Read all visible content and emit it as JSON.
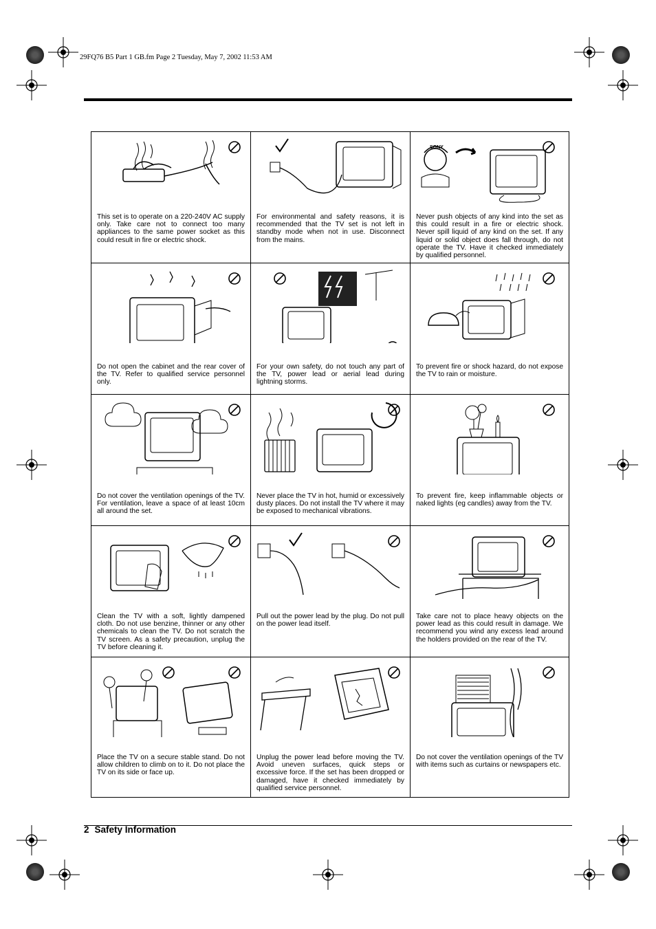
{
  "header": {
    "meta": "29FQ76 B5 Part 1 GB.fm  Page 2  Tuesday, May 7, 2002  11:53 AM"
  },
  "footer": {
    "page_number": "2",
    "section_title": "Safety Information"
  },
  "cells": [
    {
      "text": "This set is to operate on a 220-240V AC supply only. Take care not to connect too many appliances to the same power socket as this could result in fire or electric shock.",
      "badge": "prohibited-icon"
    },
    {
      "text": "For environmental and safety reasons, it is recommended that the TV set is not left in standby mode when not in use. Disconnect from the mains.",
      "badge": "checkmark-icon"
    },
    {
      "text": "Never push objects of any kind into the set as this could result in a fire or electric shock. Never spill liquid of any kind on the set. If any liquid or solid object does fall through, do not operate the TV. Have it checked immediately by qualified personnel.",
      "badge": "prohibited-icon",
      "label": "SONY"
    },
    {
      "text": "Do not open the cabinet and the rear cover of the TV. Refer to qualified service personnel only.",
      "badge": "prohibited-icon"
    },
    {
      "text": "For your own safety, do not touch any part of the TV, power lead or aerial lead during lightning storms.",
      "badge": "prohibited-icon"
    },
    {
      "text": "To prevent fire or shock hazard, do not expose the TV to rain or moisture.",
      "badge": "prohibited-icon"
    },
    {
      "text": "Do not cover the ventilation openings of the TV. For ventilation, leave a space of at least 10cm all around the set.",
      "badge": "prohibited-icon"
    },
    {
      "text": "Never place the TV in hot, humid or excessively dusty places. Do not install the TV where it may be exposed to mechanical vibrations.",
      "badge": "prohibited-icon"
    },
    {
      "text": "To prevent fire, keep inflammable objects or naked lights (eg candles) away from the TV.",
      "badge": "prohibited-icon"
    },
    {
      "text": "Clean the TV with a soft, lightly dampened cloth. Do not use benzine, thinner or any other chemicals to clean the TV. Do not scratch the TV screen. As a safety precaution, unplug the TV before cleaning it.",
      "badge": "prohibited-icon"
    },
    {
      "text": "Pull out the power lead by the plug. Do not pull on the power lead itself.",
      "badge": "prohibited-icon"
    },
    {
      "text": "Take care not to place heavy objects on the power lead as this could result in damage. We recommend you wind any excess lead around the holders provided on the rear of the TV.",
      "badge": "prohibited-icon"
    },
    {
      "text": "Place the TV on a secure stable stand. Do not allow children to climb on to it. Do not place the TV on its side or face up.",
      "badge": "prohibited-icon"
    },
    {
      "text": "Unplug the power lead before moving the TV. Avoid uneven surfaces, quick steps or excessive force. If the set has been dropped or damaged, have it checked immediately by qualified service personnel.",
      "badge": "prohibited-icon"
    },
    {
      "text": "Do not cover the ventilation openings of the TV with items such as curtains or newspapers etc.",
      "badge": "prohibited-icon"
    }
  ]
}
